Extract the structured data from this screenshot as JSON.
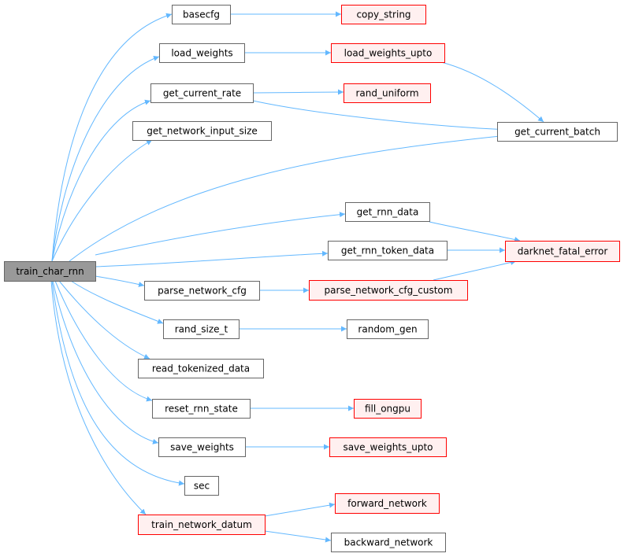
{
  "colors": {
    "edge": "#63b8ff",
    "root_fill": "#999999",
    "root_border": "#666666",
    "normal_fill": "#ffffff",
    "normal_border": "#666666",
    "highlight_fill": "#fff0f0",
    "highlight_border": "#ff0000"
  },
  "nodes": [
    {
      "id": "train_char_rnn",
      "label": "train_char_rnn",
      "style": "root"
    },
    {
      "id": "basecfg",
      "label": "basecfg",
      "style": "normal"
    },
    {
      "id": "copy_string",
      "label": "copy_string",
      "style": "highlight"
    },
    {
      "id": "load_weights",
      "label": "load_weights",
      "style": "normal"
    },
    {
      "id": "load_weights_upto",
      "label": "load_weights_upto",
      "style": "highlight"
    },
    {
      "id": "get_current_rate",
      "label": "get_current_rate",
      "style": "normal"
    },
    {
      "id": "rand_uniform",
      "label": "rand_uniform",
      "style": "highlight"
    },
    {
      "id": "get_current_batch",
      "label": "get_current_batch",
      "style": "normal"
    },
    {
      "id": "get_network_input_size",
      "label": "get_network_input_size",
      "style": "normal"
    },
    {
      "id": "get_rnn_data",
      "label": "get_rnn_data",
      "style": "normal"
    },
    {
      "id": "darknet_fatal_error",
      "label": "darknet_fatal_error",
      "style": "highlight"
    },
    {
      "id": "get_rnn_token_data",
      "label": "get_rnn_token_data",
      "style": "normal"
    },
    {
      "id": "parse_network_cfg",
      "label": "parse_network_cfg",
      "style": "normal"
    },
    {
      "id": "parse_network_cfg_custom",
      "label": "parse_network_cfg_custom",
      "style": "highlight"
    },
    {
      "id": "rand_size_t",
      "label": "rand_size_t",
      "style": "normal"
    },
    {
      "id": "random_gen",
      "label": "random_gen",
      "style": "normal"
    },
    {
      "id": "read_tokenized_data",
      "label": "read_tokenized_data",
      "style": "normal"
    },
    {
      "id": "reset_rnn_state",
      "label": "reset_rnn_state",
      "style": "normal"
    },
    {
      "id": "fill_ongpu",
      "label": "fill_ongpu",
      "style": "highlight"
    },
    {
      "id": "save_weights",
      "label": "save_weights",
      "style": "normal"
    },
    {
      "id": "save_weights_upto",
      "label": "save_weights_upto",
      "style": "highlight"
    },
    {
      "id": "sec",
      "label": "sec",
      "style": "normal"
    },
    {
      "id": "train_network_datum",
      "label": "train_network_datum",
      "style": "highlight"
    },
    {
      "id": "forward_network",
      "label": "forward_network",
      "style": "highlight"
    },
    {
      "id": "backward_network",
      "label": "backward_network",
      "style": "normal"
    }
  ],
  "edges": [
    {
      "from": "train_char_rnn",
      "to": "basecfg"
    },
    {
      "from": "train_char_rnn",
      "to": "load_weights"
    },
    {
      "from": "train_char_rnn",
      "to": "get_current_rate"
    },
    {
      "from": "train_char_rnn",
      "to": "get_network_input_size"
    },
    {
      "from": "train_char_rnn",
      "to": "get_current_batch"
    },
    {
      "from": "train_char_rnn",
      "to": "get_rnn_data"
    },
    {
      "from": "train_char_rnn",
      "to": "get_rnn_token_data"
    },
    {
      "from": "train_char_rnn",
      "to": "parse_network_cfg"
    },
    {
      "from": "train_char_rnn",
      "to": "rand_size_t"
    },
    {
      "from": "train_char_rnn",
      "to": "read_tokenized_data"
    },
    {
      "from": "train_char_rnn",
      "to": "reset_rnn_state"
    },
    {
      "from": "train_char_rnn",
      "to": "save_weights"
    },
    {
      "from": "train_char_rnn",
      "to": "sec"
    },
    {
      "from": "train_char_rnn",
      "to": "train_network_datum"
    },
    {
      "from": "basecfg",
      "to": "copy_string"
    },
    {
      "from": "load_weights",
      "to": "load_weights_upto"
    },
    {
      "from": "load_weights_upto",
      "to": "get_current_batch"
    },
    {
      "from": "get_current_rate",
      "to": "rand_uniform"
    },
    {
      "from": "get_current_rate",
      "to": "get_current_batch"
    },
    {
      "from": "get_rnn_data",
      "to": "darknet_fatal_error"
    },
    {
      "from": "get_rnn_token_data",
      "to": "darknet_fatal_error"
    },
    {
      "from": "parse_network_cfg",
      "to": "parse_network_cfg_custom"
    },
    {
      "from": "parse_network_cfg_custom",
      "to": "darknet_fatal_error"
    },
    {
      "from": "rand_size_t",
      "to": "random_gen"
    },
    {
      "from": "reset_rnn_state",
      "to": "fill_ongpu"
    },
    {
      "from": "save_weights",
      "to": "save_weights_upto"
    },
    {
      "from": "train_network_datum",
      "to": "forward_network"
    },
    {
      "from": "train_network_datum",
      "to": "backward_network"
    }
  ]
}
